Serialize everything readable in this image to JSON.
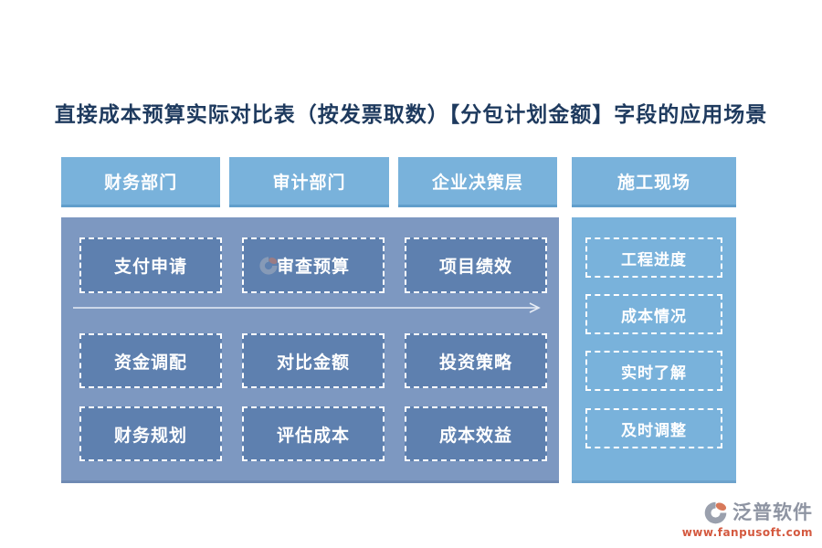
{
  "title": "直接成本预算实际对比表（按发票取数）【分包计划金额】字段的应用场景",
  "headers": {
    "items": [
      "财务部门",
      "审计部门",
      "企业决策层",
      "施工现场"
    ]
  },
  "left_panel": {
    "rows": [
      [
        "支付申请",
        "审查预算",
        "项目绩效"
      ],
      [
        "资金调配",
        "对比金额",
        "投资策略"
      ],
      [
        "财务规划",
        "评估成本",
        "成本效益"
      ]
    ]
  },
  "right_panel": {
    "items": [
      "工程进度",
      "成本情况",
      "实时了解",
      "及时调整"
    ]
  },
  "footer": {
    "brand": "泛普软件",
    "url": "www.fanpusoft.com"
  },
  "icons": {
    "flow_arrow": "arrow-right",
    "brand_logo": "fanpu-swoosh-circle",
    "watermark": "fanpu-swoosh-circle-faint"
  },
  "colors": {
    "title_text": "#1e3a5e",
    "header_box": "#79b2db",
    "left_panel_bg": "#7d98c1",
    "left_box_bg": "#5e80af",
    "right_panel_bg": "#79b2db",
    "box_border": "#ffffff",
    "arrow": "#e6ecf5",
    "brand_text": "#8e94a2",
    "url_text": "#d4593f"
  }
}
